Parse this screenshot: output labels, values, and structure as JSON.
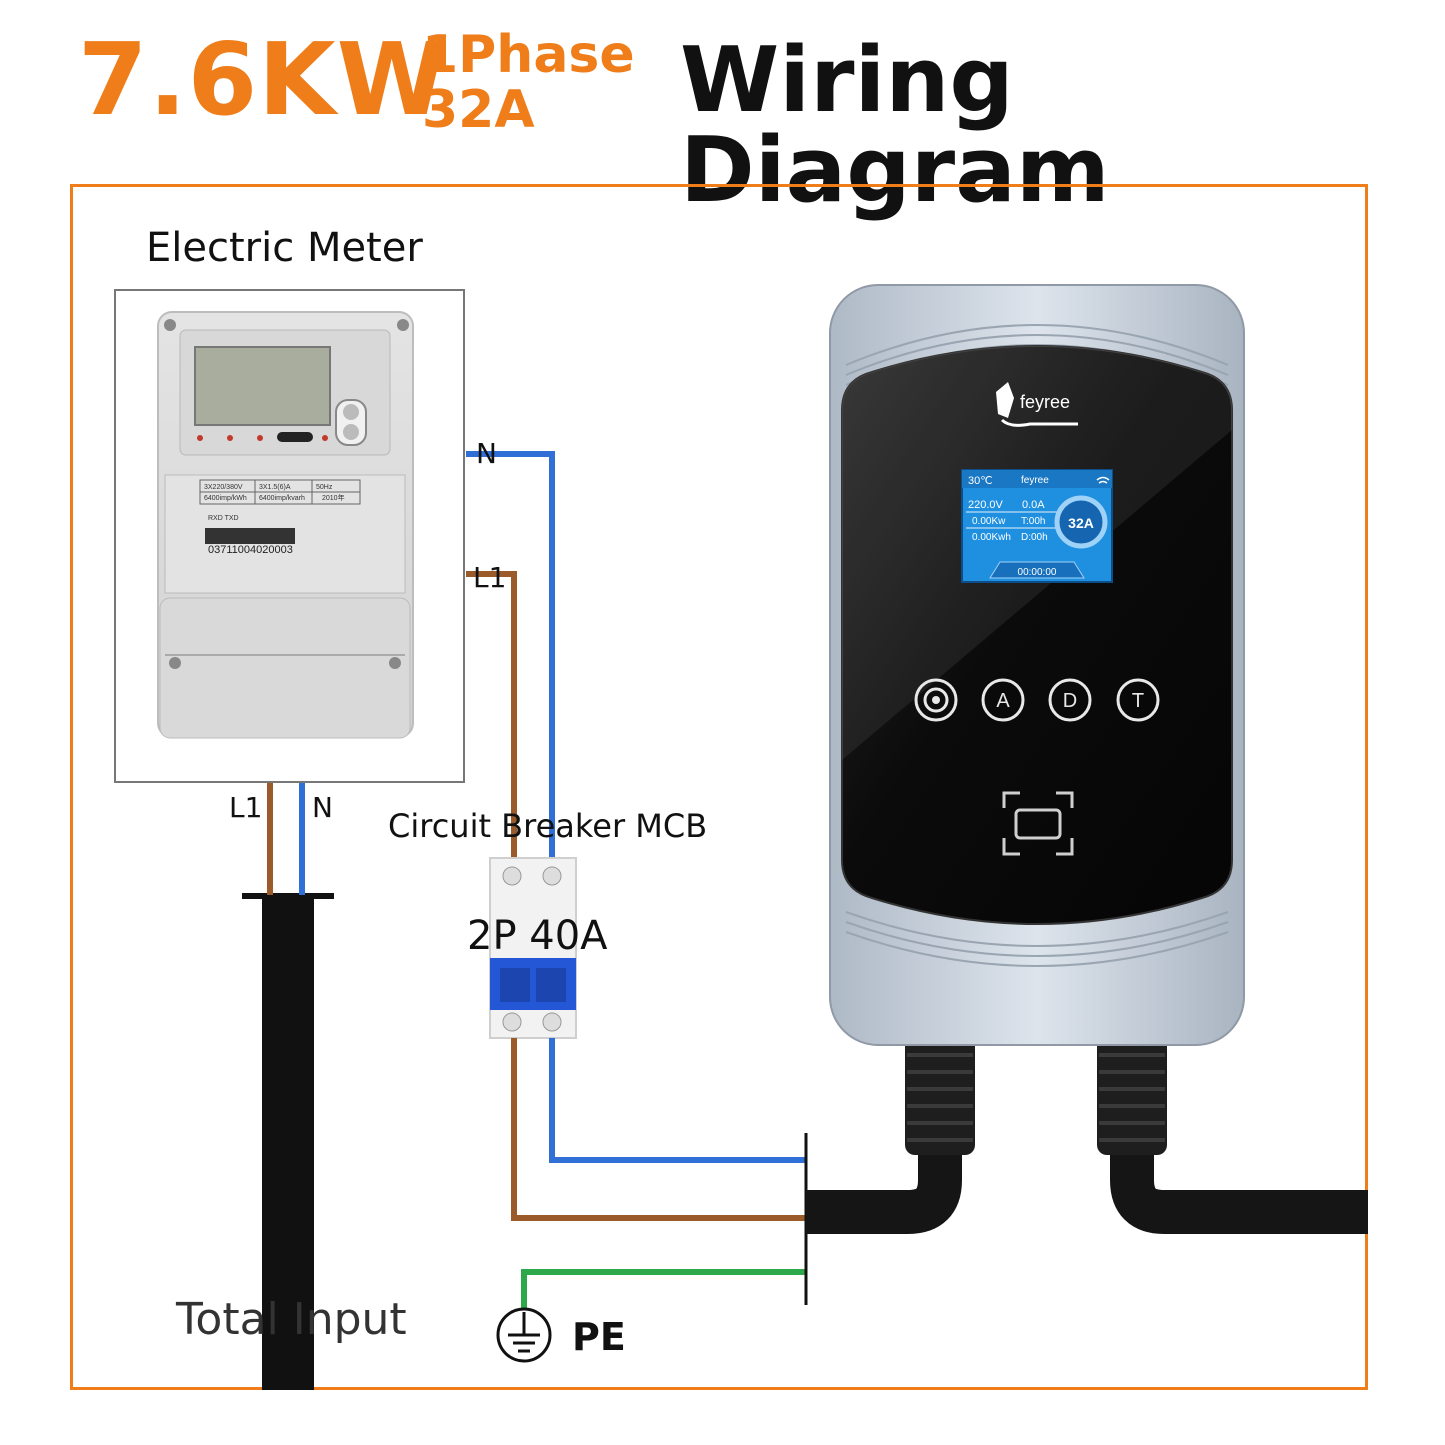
{
  "header": {
    "power": "7.6KW",
    "phase": "1Phase",
    "current": "32A",
    "title": "Wiring Diagram"
  },
  "meter": {
    "label": "Electric Meter",
    "spec_1": "3X220/380V",
    "spec_2": "3X1.5(6)A",
    "spec_3": "50Hz",
    "spec_4": "6400imp/kWh",
    "spec_5": "6400imp/kvarh",
    "spec_6": "2010年",
    "port": "RXD TXD",
    "serial": "03711004020003",
    "out_l1": "L1",
    "out_n": "N"
  },
  "wires": {
    "n_label": "N",
    "l1_label": "L1",
    "colors": {
      "neutral": "#2f6fd6",
      "line": "#9a5a2a",
      "earth": "#2ea84a"
    }
  },
  "breaker": {
    "label": "Circuit Breaker MCB",
    "rating": "2P 40A"
  },
  "input": {
    "label": "Total Input"
  },
  "earth": {
    "label": "PE"
  },
  "charger": {
    "brand": "feyree",
    "screen": {
      "temp": "30℃",
      "brand": "feyree",
      "voltage": "220.0V",
      "current": "0.0A",
      "power": "0.00Kw",
      "time_t": "T:00h",
      "energy": "0.00Kwh",
      "time_d": "D:00h",
      "gauge": "32A",
      "timer": "00:00:00"
    },
    "buttons": [
      "",
      "A",
      "D",
      "T"
    ]
  },
  "colors": {
    "accent": "#ef7d1a",
    "screen_bg": "#1f8fe0",
    "charger_body": "#c9d2dc"
  }
}
